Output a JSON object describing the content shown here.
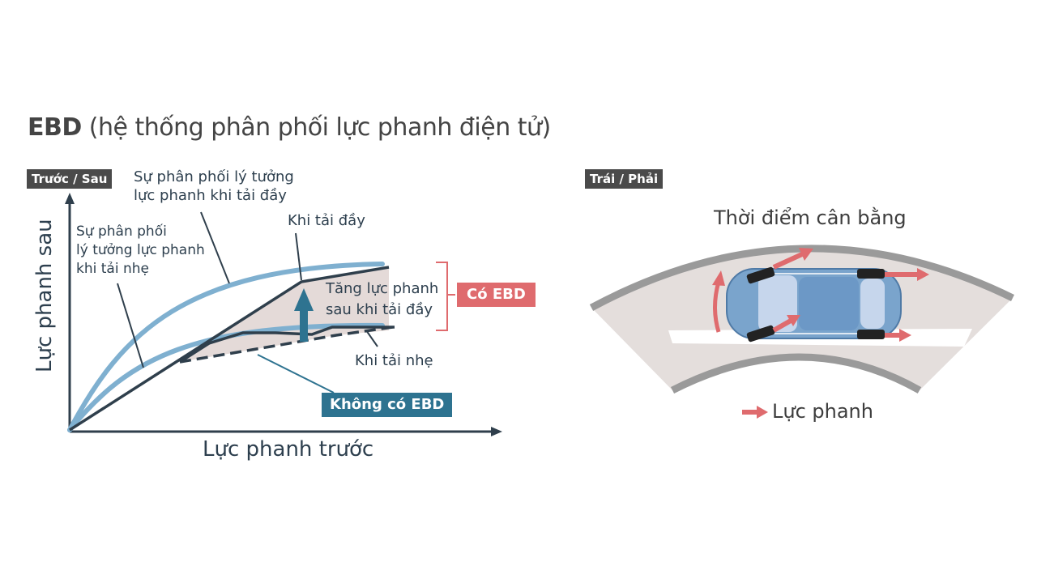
{
  "title": {
    "bold": "EBD",
    "rest": " (hệ thống phân phối lực phanh điện tử)"
  },
  "left_panel": {
    "tag": "Trước / Sau",
    "y_axis": "Lực phanh sau",
    "x_axis": "Lực phanh trước",
    "label_ideal_full_1": "Sự phân phối lý tưởng",
    "label_ideal_full_2": "lực phanh khi tải đầy",
    "label_ideal_light_1": "Sự phân phối",
    "label_ideal_light_2": "lý tưởng lực phanh",
    "label_ideal_light_3": "khi tải nhẹ",
    "label_full_load": "Khi tải đầy",
    "label_increase_1": "Tăng lực phanh",
    "label_increase_2": "sau khi tải đầy",
    "label_light_load": "Khi tải nhẹ",
    "with_ebd": "Có EBD",
    "without_ebd": "Không có EBD"
  },
  "right_panel": {
    "tag": "Trái / Phải",
    "heading": "Thời điểm cân bằng",
    "legend": "Lực phanh"
  },
  "colors": {
    "ideal_curve": "#7fb0d0",
    "dark_line": "#2f3f4c",
    "shade": "#e4dad8",
    "red": "#df6b6e",
    "teal": "#2e7390",
    "road": "#e4dedc",
    "road_edge": "#9a9a9a",
    "car_body": "#7aa4cc"
  }
}
